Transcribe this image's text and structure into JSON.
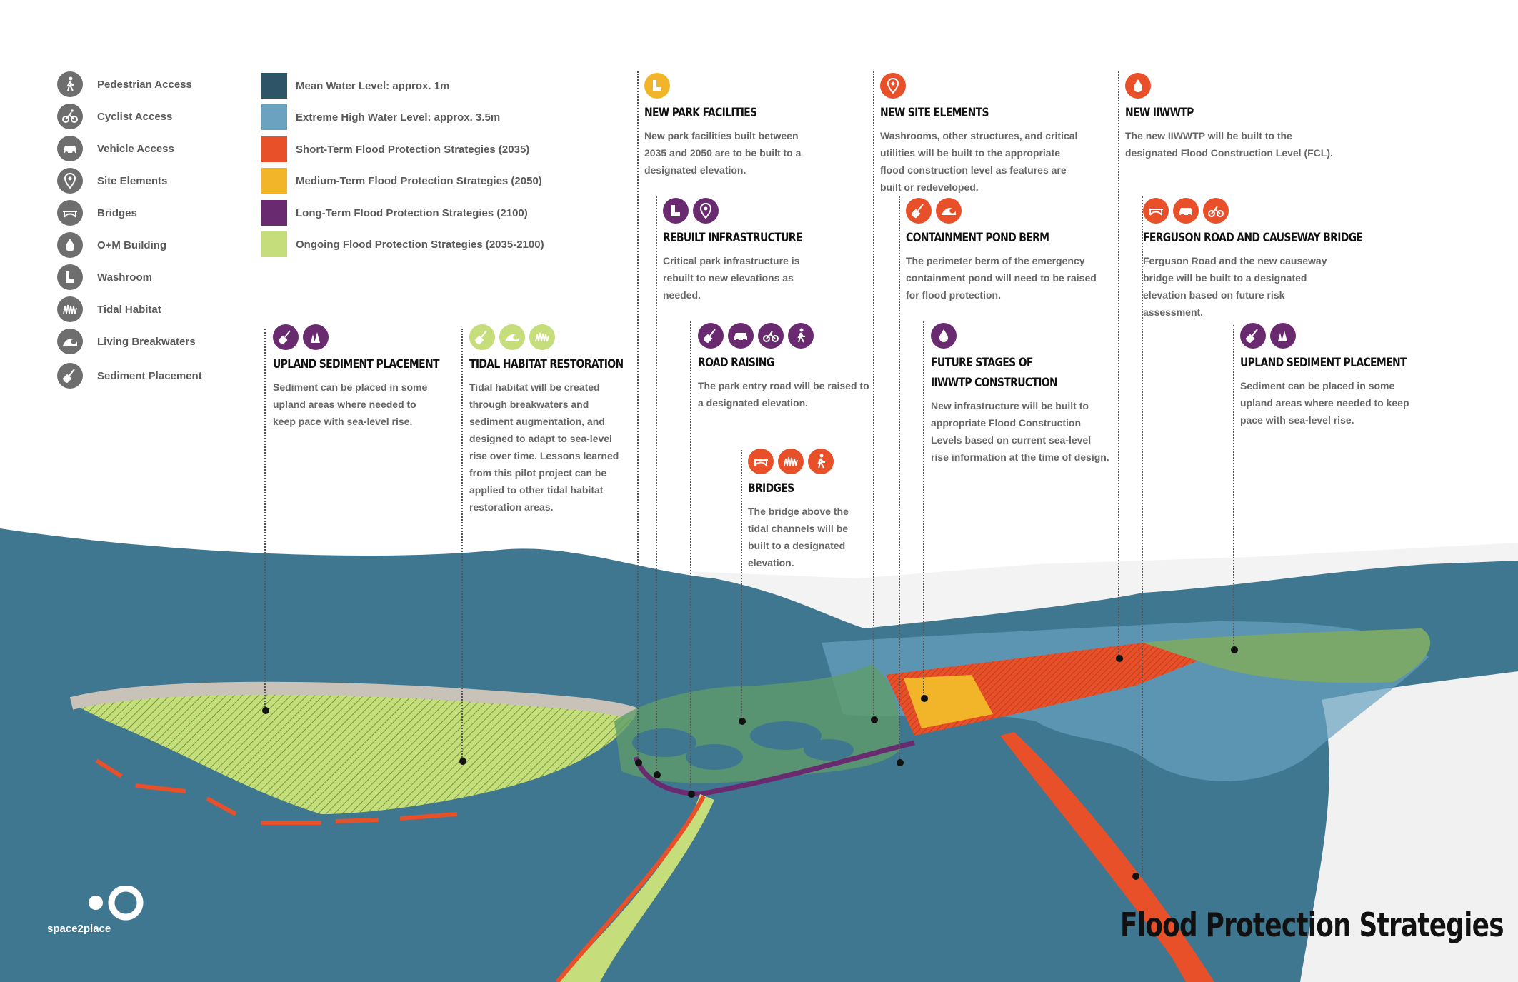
{
  "legend_icons": [
    {
      "icon": "pedestrian-icon",
      "label": "Pedestrian Access"
    },
    {
      "icon": "cyclist-icon",
      "label": "Cyclist Access"
    },
    {
      "icon": "vehicle-icon",
      "label": "Vehicle Access"
    },
    {
      "icon": "map-pin-icon",
      "label": "Site Elements"
    },
    {
      "icon": "bridge-icon",
      "label": "Bridges"
    },
    {
      "icon": "water-drop-icon",
      "label": "O+M Building"
    },
    {
      "icon": "washroom-icon",
      "label": "Washroom"
    },
    {
      "icon": "tidal-grass-icon",
      "label": "Tidal Habitat"
    },
    {
      "icon": "wave-icon",
      "label": "Living Breakwaters"
    },
    {
      "icon": "shovel-icon",
      "label": "Sediment Placement"
    }
  ],
  "legend_colors": [
    {
      "color": "#2e5567",
      "label": "Mean Water Level: approx. 1m"
    },
    {
      "color": "#6aa2bf",
      "label": "Extreme High Water Level: approx. 3.5m"
    },
    {
      "color": "#e8502a",
      "label": "Short-Term Flood Protection Strategies (2035)"
    },
    {
      "color": "#f2b428",
      "label": "Medium-Term Flood Protection Strategies (2050)"
    },
    {
      "color": "#6a2a70",
      "label": "Long-Term Flood Protection Strategies (2100)"
    },
    {
      "color": "#c5dd7a",
      "label": "Ongoing Flood Protection Strategies (2035-2100)"
    }
  ],
  "callouts": {
    "new_park_facilities": {
      "title": "NEW PARK FACILITIES",
      "text": "New park facilities built between 2035 and 2050 are to be built to a designated elevation."
    },
    "new_site_elements": {
      "title": "NEW SITE ELEMENTS",
      "text": "Washrooms, other structures, and critical utilities will be built to the appropriate flood construction level as features are built or redeveloped."
    },
    "new_iiwwtp": {
      "title": "NEW IIWWTP",
      "text": "The new IIWWTP will be built to the designated Flood Construction Level (FCL)."
    },
    "rebuilt_infrastructure": {
      "title": "REBUILT INFRASTRUCTURE",
      "text": "Critical park infrastructure is rebuilt to new elevations as needed."
    },
    "containment_pond_berm": {
      "title": "CONTAINMENT POND BERM",
      "text": "The perimeter berm of the emergency containment pond will need to be raised for flood protection."
    },
    "ferguson_road": {
      "title": "FERGUSON ROAD AND CAUSEWAY BRIDGE",
      "text": "Ferguson Road and the new causeway bridge will be built to a designated elevation based on future risk assessment."
    },
    "upland_sediment_left": {
      "title": "UPLAND SEDIMENT PLACEMENT",
      "text": "Sediment can be placed in some upland areas where needed to keep pace with sea-level rise."
    },
    "tidal_habitat": {
      "title": "TIDAL HABITAT RESTORATION",
      "text": "Tidal habitat will be created through breakwaters and sediment augmentation, and designed to adapt to sea-level rise over time. Lessons learned from this pilot project can be applied to other tidal habitat restoration areas."
    },
    "road_raising": {
      "title": "ROAD RAISING",
      "text": "The park entry road will be raised to a designated elevation."
    },
    "future_iiwwtp": {
      "title": "FUTURE STAGES OF IIWWTP CONSTRUCTION",
      "text": "New infrastructure will be built to appropriate Flood Construction Levels based on current sea-level rise information at the time of design."
    },
    "upland_sediment_right": {
      "title": "UPLAND SEDIMENT PLACEMENT",
      "text": "Sediment can be placed in some upland areas where needed to keep pace with sea-level rise."
    },
    "bridges": {
      "title": "BRIDGES",
      "text": "The bridge above the tidal channels will be built to a designated elevation."
    }
  },
  "brand": {
    "name": "space2place"
  },
  "title": "Flood Protection Strategies"
}
